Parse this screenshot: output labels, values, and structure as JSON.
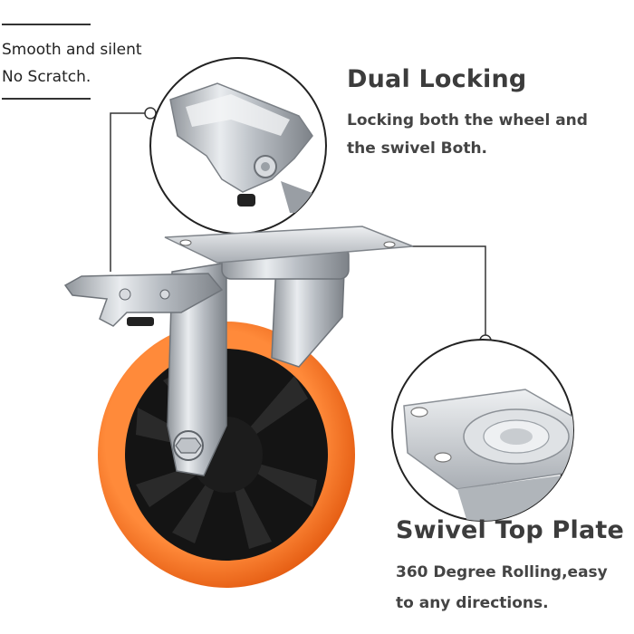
{
  "note": {
    "line1": "Smooth and silent",
    "line2": "No Scratch."
  },
  "features": {
    "locking": {
      "title": "Dual Locking",
      "desc_line1": "Locking both the wheel and",
      "desc_line2": "the swivel Both."
    },
    "plate": {
      "title": "Swivel Top Plate",
      "desc_line1": "360 Degree Rolling,easy",
      "desc_line2": "to any directions."
    }
  },
  "colors": {
    "tire": "#f26a1b",
    "hub": "#141414",
    "metal": "#c9cdd2",
    "text": "#3c3c3c"
  }
}
